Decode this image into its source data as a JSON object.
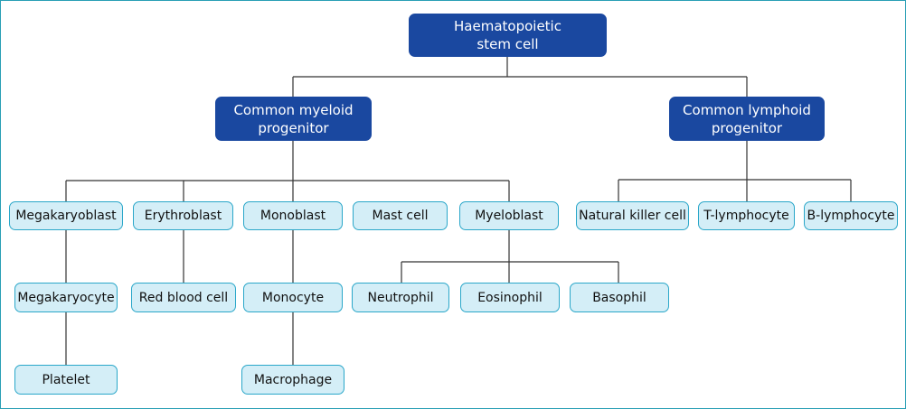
{
  "nodes": {
    "hsc": "Haematopoietic\nstem cell",
    "cmp": "Common myeloid\nprogenitor",
    "clp": "Common lymphoid\nprogenitor",
    "megakaryoblast": "Megakaryoblast",
    "erythroblast": "Erythroblast",
    "monoblast": "Monoblast",
    "mast_cell": "Mast cell",
    "myeloblast": "Myeloblast",
    "nk_cell": "Natural killer cell",
    "t_lymphocyte": "T-lymphocyte",
    "b_lymphocyte": "B-lymphocyte",
    "megakaryocyte": "Megakaryocyte",
    "red_blood_cell": "Red blood cell",
    "monocyte": "Monocyte",
    "neutrophil": "Neutrophil",
    "eosinophil": "Eosinophil",
    "basophil": "Basophil",
    "platelet": "Platelet",
    "macrophage": "Macrophage"
  },
  "colors": {
    "dark_fill": "#1a48a0",
    "light_fill": "#d4eef7",
    "light_border": "#2aa7c9",
    "connector": "#333333"
  }
}
